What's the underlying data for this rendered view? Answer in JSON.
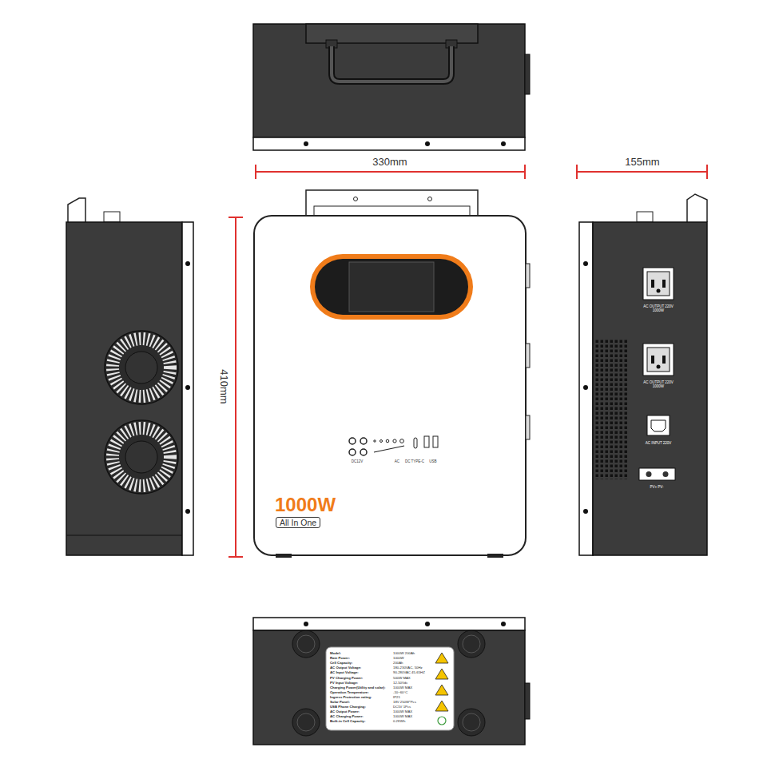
{
  "diagram": {
    "labels": [
      "330mm",
      "155mm",
      "410mm",
      "1000W",
      "All In One",
      "DC12V",
      "AC",
      "DC TYPE-C",
      "USB",
      "AC OUTPUT 220V 1000W",
      "AC OUTPUT 220V 1000W",
      "AC INPUT 220V",
      "PV+ PV-",
      "Model:",
      "1000W 200Ah",
      "Rate Power:",
      "1000W",
      "Cell Capacity:",
      "200Ah",
      "AC Output Voltage:",
      "180-230VAC, 50Hz",
      "AC Input Voltage:",
      "90-280VAC 45-65HZ",
      "PV Charging Power:",
      "500W MAX",
      "PV Input Voltage:",
      "12-50Vdc",
      "Charging Power(Utility and solar):",
      "1000W MAX",
      "Operation Temperature:",
      "-10~60°C",
      "Ingress Protection rating:",
      "IP21",
      "Solar Panel:",
      "18V 250W*Pcs",
      "USB Phone Charging:",
      "DC5V 1Pcs",
      "AC Output Power:",
      "1000W MAX",
      "AC Charging Power:",
      "1000W MAX",
      "Built-in Cell Capacity:",
      "0.2KWh"
    ]
  }
}
